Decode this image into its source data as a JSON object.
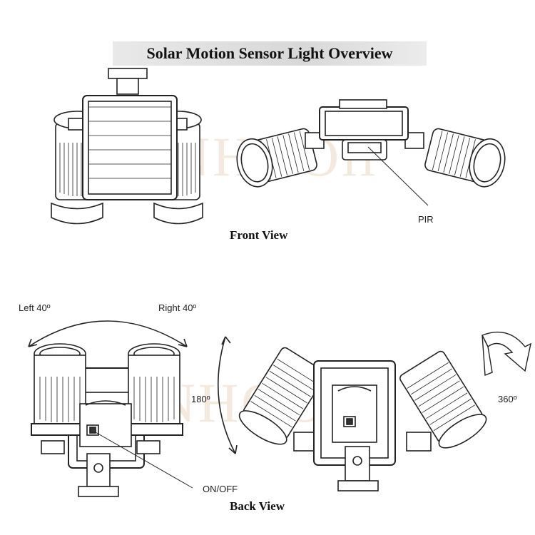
{
  "title": "Solar Motion Sensor Light Overview",
  "captions": {
    "front_view": "Front View",
    "back_view": "Back View"
  },
  "labels": {
    "pir": "PIR",
    "left_angle": "Left 40º",
    "right_angle": "Right 40º",
    "tilt_angle": "180º",
    "rotate_angle": "360º",
    "on_off": "ON/OFF"
  },
  "watermark": "SANHOOii",
  "colors": {
    "line": "#222222",
    "watermark": "#e2c6aa",
    "title_band": "#dddddd"
  }
}
